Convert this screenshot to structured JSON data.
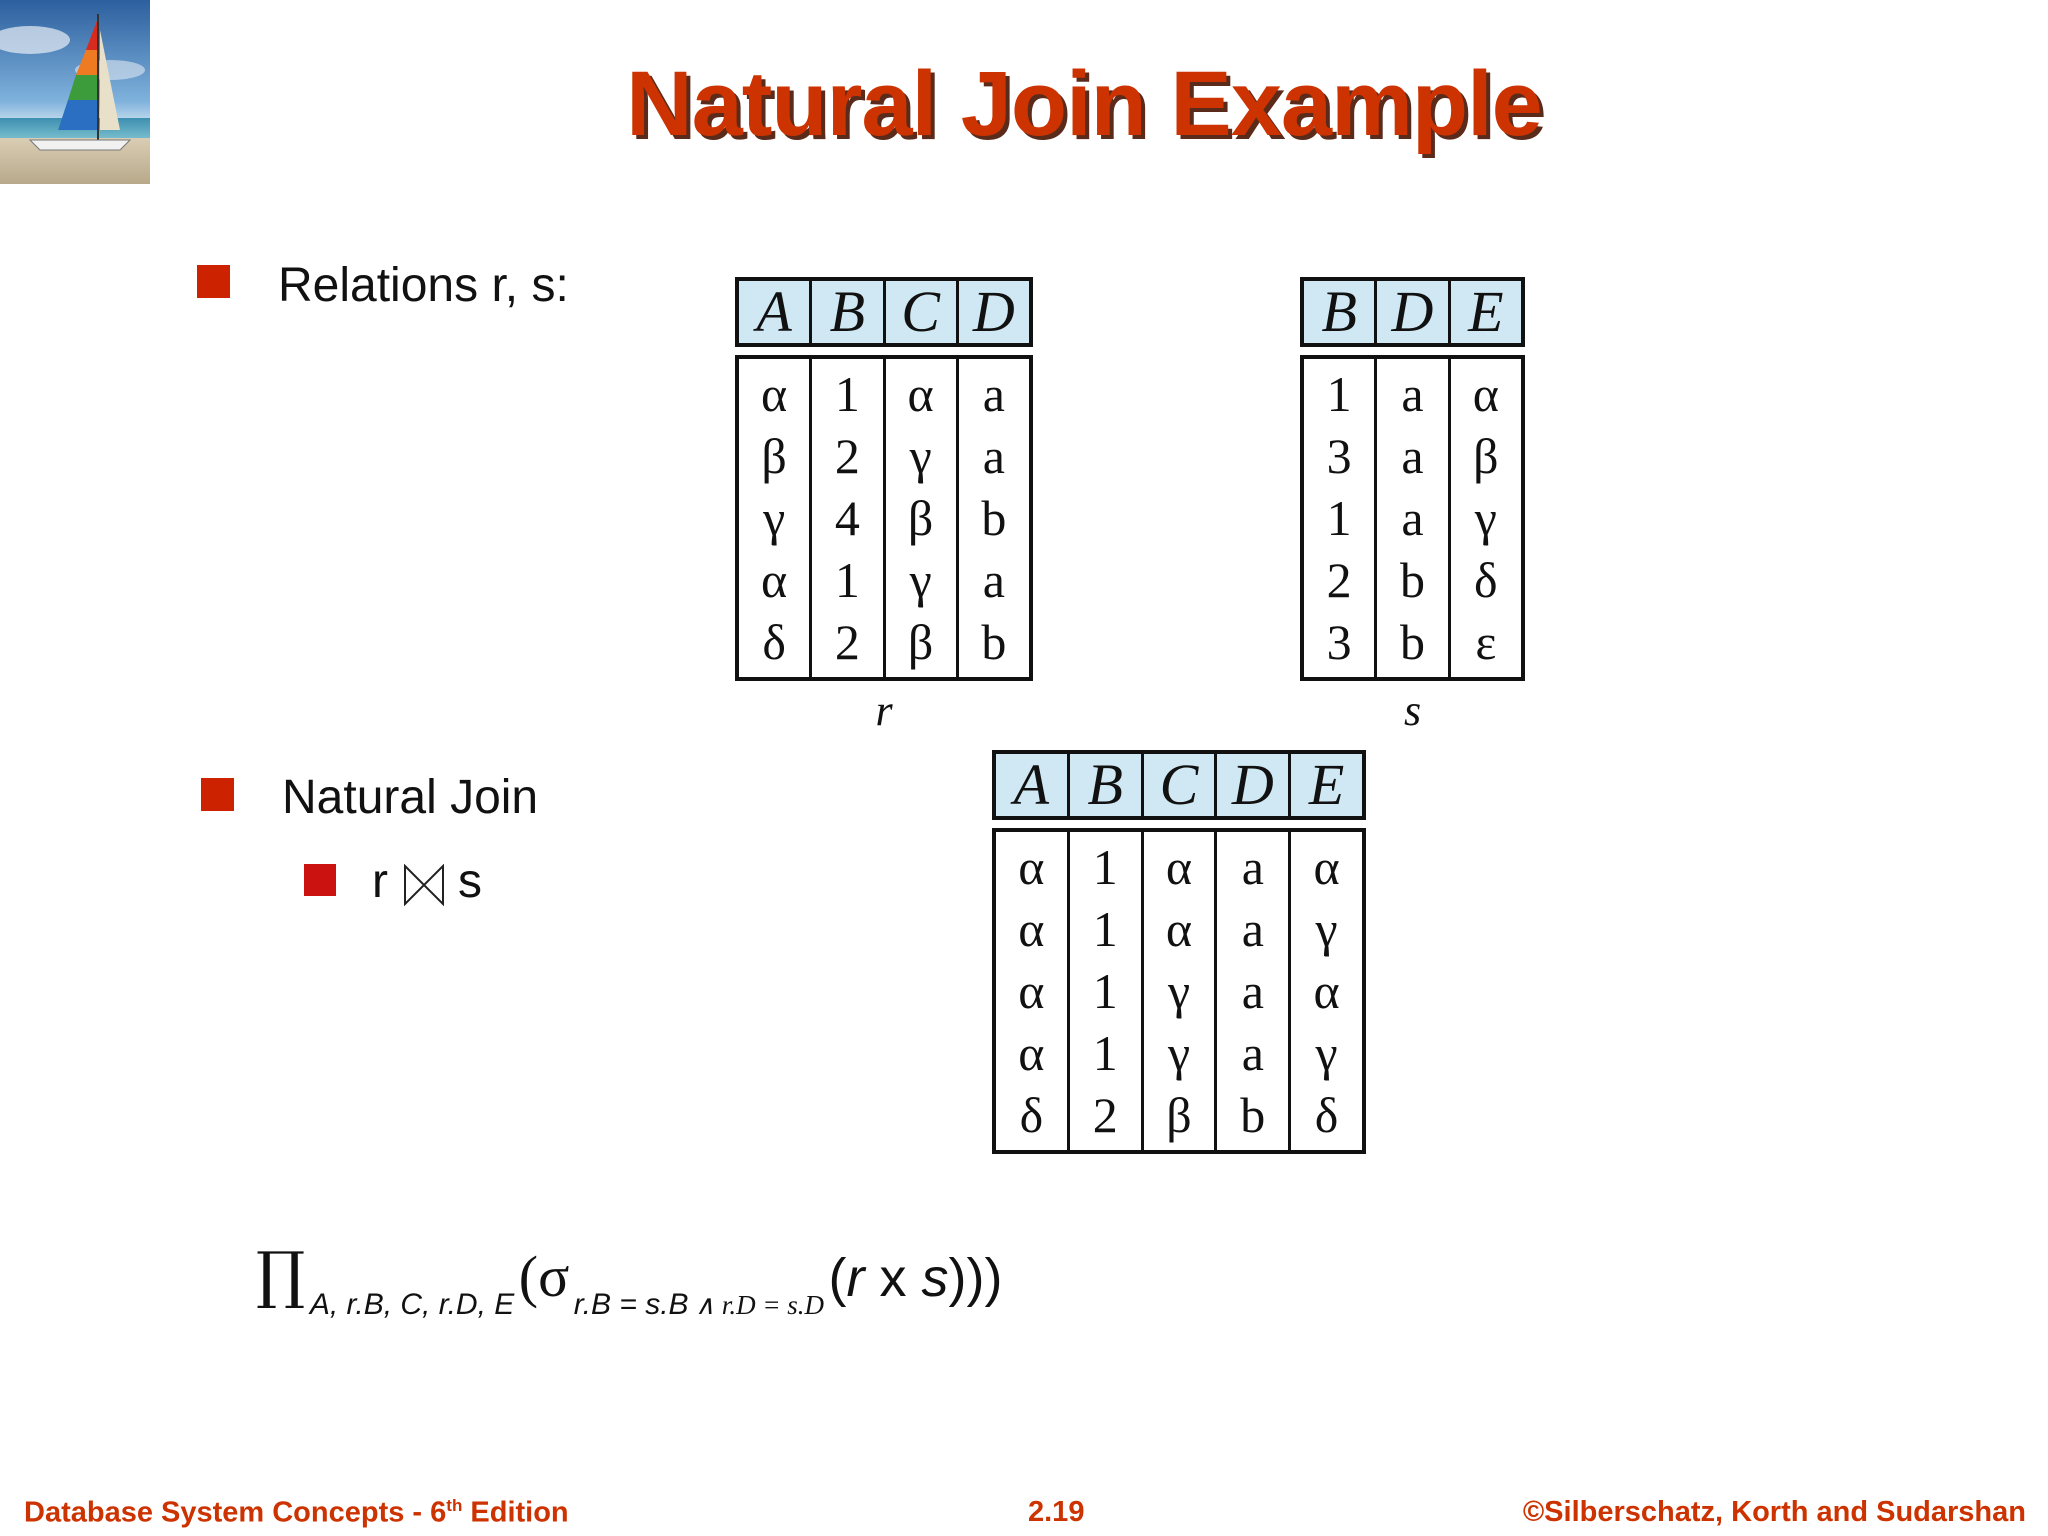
{
  "title": "Natural Join Example",
  "bullets": {
    "relations": "Relations r, s:",
    "natural_join": "Natural Join",
    "expr_left": "r",
    "expr_right": "s"
  },
  "relation_r": {
    "name": "r",
    "columns": [
      "A",
      "B",
      "C",
      "D"
    ],
    "rows": [
      [
        "α",
        "1",
        "α",
        "a"
      ],
      [
        "β",
        "2",
        "γ",
        "a"
      ],
      [
        "γ",
        "4",
        "β",
        "b"
      ],
      [
        "α",
        "1",
        "γ",
        "a"
      ],
      [
        "δ",
        "2",
        "β",
        "b"
      ]
    ]
  },
  "relation_s": {
    "name": "s",
    "columns": [
      "B",
      "D",
      "E"
    ],
    "rows": [
      [
        "1",
        "a",
        "α"
      ],
      [
        "3",
        "a",
        "β"
      ],
      [
        "1",
        "a",
        "γ"
      ],
      [
        "2",
        "b",
        "δ"
      ],
      [
        "3",
        "b",
        "ε"
      ]
    ]
  },
  "result": {
    "columns": [
      "A",
      "B",
      "C",
      "D",
      "E"
    ],
    "rows": [
      [
        "α",
        "1",
        "α",
        "a",
        "α"
      ],
      [
        "α",
        "1",
        "α",
        "a",
        "γ"
      ],
      [
        "α",
        "1",
        "γ",
        "a",
        "α"
      ],
      [
        "α",
        "1",
        "γ",
        "a",
        "γ"
      ],
      [
        "δ",
        "2",
        "β",
        "b",
        "δ"
      ]
    ]
  },
  "formula": {
    "pi": "∏",
    "pi_sub": "A, r.B, C, r.D, E",
    "open_paren": "(",
    "sigma": "σ",
    "sigma_sub_a": "r.B = s.B",
    "sigma_sub_b": " ∧ r.D = s.D",
    "r": "r",
    "x": " x ",
    "s": "s",
    "close": ")))"
  },
  "footer": {
    "left_main": "Database System Concepts - 6",
    "left_sup": "th",
    "left_end": " Edition",
    "center": "2.19",
    "right": "©Silberschatz, Korth and Sudarshan"
  },
  "colors": {
    "title": "#cc3300",
    "bullet": "#cc2200",
    "table_header": "#cfe8f4",
    "footer": "#cc3300"
  },
  "icons": {
    "logo": "sailboat-logo",
    "join": "bowtie-join-icon"
  }
}
